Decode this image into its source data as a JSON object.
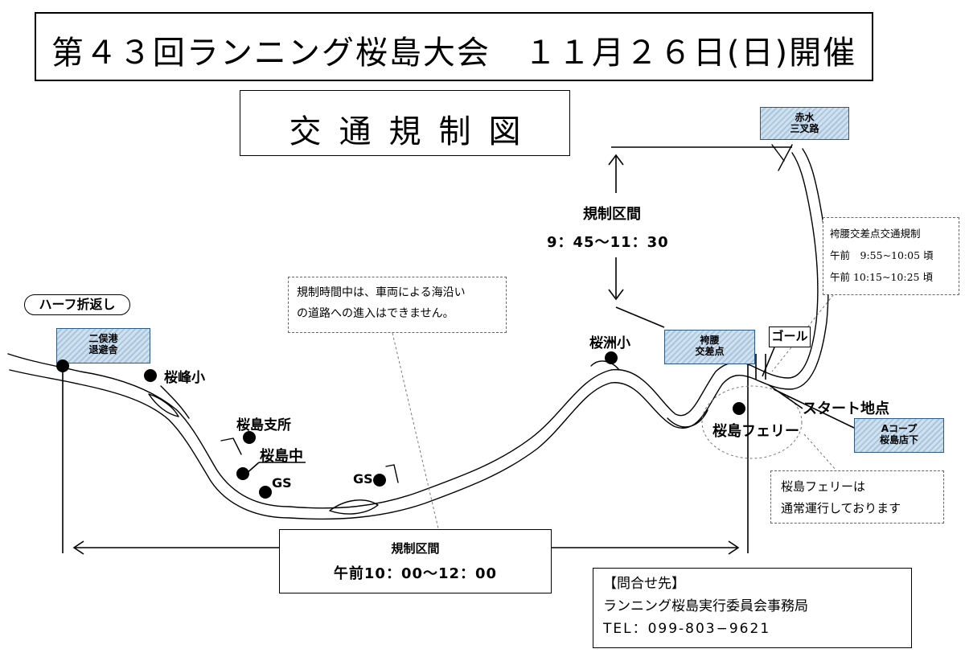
{
  "header": {
    "title": "第４３回ランニング桜島大会　１１月２６日(日)開催",
    "subtitle": "交通規制図"
  },
  "regulation_top": {
    "label": "規制区間",
    "time": "9：45〜11：30"
  },
  "regulation_bottom": {
    "label": "規制区間",
    "time": "午前10：00〜12：00"
  },
  "notes": {
    "coastal_line1": "規制時間中は、車両による海沿い",
    "coastal_line2": "の道路への進入はできません。",
    "intersection_title": "袴腰交差点交通規制",
    "intersection_time1": "午前　9:55~10:05 頃",
    "intersection_time2": "午前 10:15~10:25 頃",
    "ferry_line1": "桜島フェリーは",
    "ferry_line2": "通常運行しております"
  },
  "places": {
    "half_turn": "ハーフ折返し",
    "nimatako_1": "二俣港",
    "nimatako_2": "退避舎",
    "ohomine": "桜峰小",
    "shisho": "桜島支所",
    "naka": "桜島中",
    "gs1": "GS",
    "gs2": "GS",
    "oshu": "桜洲小",
    "hakamagoshi_1": "袴腰",
    "hakamagoshi_2": "交差点",
    "goal": "ゴール",
    "start": "スタート地点",
    "ferry": "桜島フェリー",
    "acoop_1": "Aコープ",
    "acoop_2": "桜島店下",
    "akamizu_1": "赤水",
    "akamizu_2": "三叉路"
  },
  "contact": {
    "heading": "【問合せ先】",
    "org": "ランニング桜島実行委員会事務局",
    "tel": "TEL：099-803−9621"
  },
  "colors": {
    "hatch_light": "#cfe0ee",
    "hatch_dark": "#a9c6de",
    "hatch_border": "#2a5b86"
  }
}
